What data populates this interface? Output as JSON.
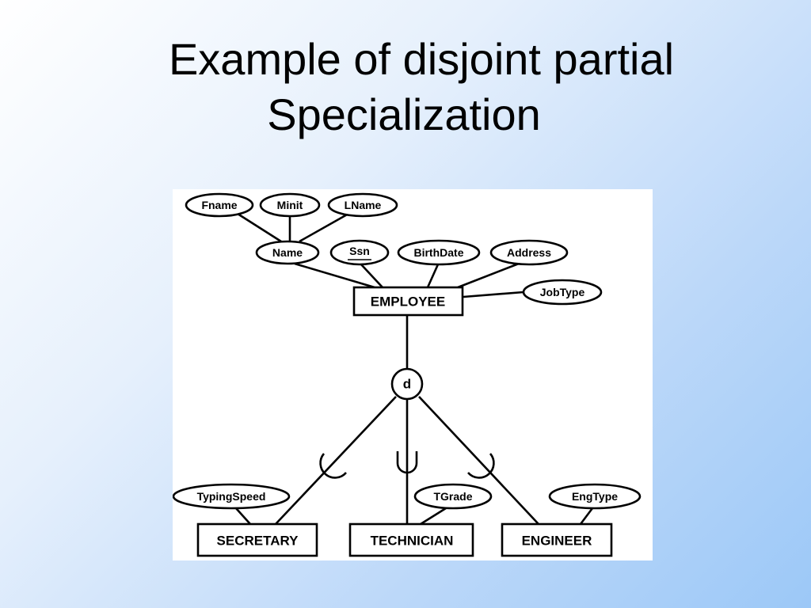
{
  "slide": {
    "title_line1": "Example of disjoint partial",
    "title_line2": "Specialization"
  },
  "diagram": {
    "superclass": "EMPLOYEE",
    "attributes": {
      "fname": "Fname",
      "minit": "Minit",
      "lname": "LName",
      "name": "Name",
      "ssn": "Ssn",
      "birthdate": "BirthDate",
      "address": "Address",
      "jobtype": "JobType",
      "typingspeed": "TypingSpeed",
      "tgrade": "TGrade",
      "engtype": "EngType"
    },
    "specialization_constraint": "d",
    "subclasses": {
      "secretary": "SECRETARY",
      "technician": "TECHNICIAN",
      "engineer": "ENGINEER"
    }
  }
}
